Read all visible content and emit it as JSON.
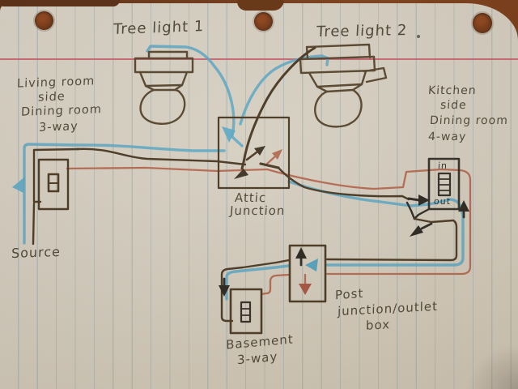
{
  "diagram": {
    "description": "Hand-drawn wiring diagram on ruled notebook paper",
    "lights": {
      "tree_light_1": "Tree light 1",
      "tree_light_2": "Tree light 2"
    },
    "annotations": {
      "living_room": {
        "line1": "Living room",
        "line2": "side",
        "line3": "Dining room",
        "line4": "3-way"
      },
      "kitchen": {
        "line1": "Kitchen",
        "line2": "side",
        "line3": "Dining room",
        "line4": "4-way"
      },
      "attic": {
        "line1": "Attic",
        "line2": "Junction"
      },
      "source": "Source",
      "basement": {
        "line1": "Basement",
        "line2": "3-way"
      },
      "post": {
        "line1": "Post",
        "line2": "junction/outlet",
        "line3": "box"
      }
    },
    "switch_terminals": {
      "in_label": "in",
      "out_label": "out"
    },
    "colors": {
      "wire_black": "#46351f",
      "wire_blue": "#56a5c4",
      "wire_red": "#b05f46",
      "margin_line": "#c55565",
      "ruling": "#7c969e",
      "paper": "#d5cec1",
      "desk": "#6e3413",
      "ink": "#4a4232"
    }
  }
}
